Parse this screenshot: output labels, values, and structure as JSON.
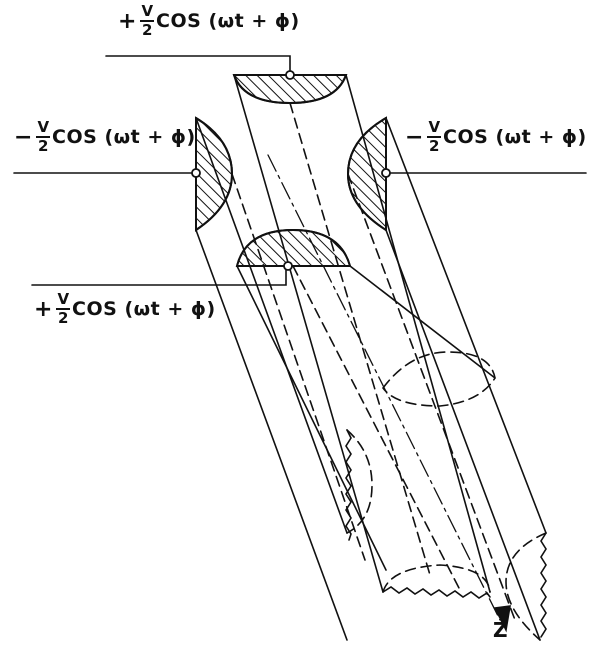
{
  "labels": {
    "top": {
      "sign": "+",
      "num": "V",
      "den": "2",
      "expr": "COS (ωt + ϕ)"
    },
    "left": {
      "sign": "−",
      "num": "V",
      "den": "2",
      "expr": "COS (ωt + ϕ)"
    },
    "right": {
      "sign": "−",
      "num": "V",
      "den": "2",
      "expr": "COS (ωt + ϕ)"
    },
    "lower": {
      "sign": "+",
      "num": "V",
      "den": "2",
      "expr": "COS (ωt + ϕ)"
    }
  },
  "axis": {
    "label": "Z"
  },
  "colors": {
    "ink": "#111111",
    "background": "#ffffff"
  }
}
